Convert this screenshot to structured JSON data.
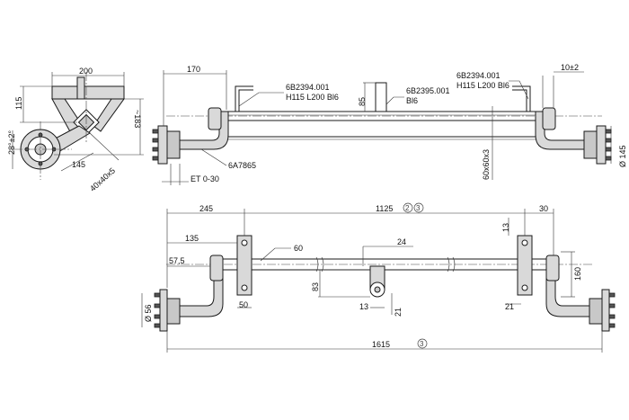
{
  "dims": {
    "d200": "200",
    "d115": "115",
    "d183": "~183",
    "d28": "28°±2°",
    "d145a": "145",
    "d40": "40x40x5",
    "d170": "170",
    "d10": "10±2",
    "d85": "85",
    "d60x60": "60x60x3",
    "d145b": "Ø 145",
    "et": "ET 0-30",
    "d245": "245",
    "d1125": "1125",
    "d30": "30",
    "d13a": "13",
    "d135": "135",
    "d60": "60",
    "d24": "24",
    "d575": "57,5",
    "d160": "160",
    "d56": "Ø 56",
    "d50": "50",
    "d83": "83",
    "d13b": "13",
    "d21a": "21",
    "d21b": "21",
    "d1615": "1615"
  },
  "parts": {
    "p1_code": "6B2394.001",
    "p1_spec": "H115 L200 Bl6",
    "p2_code": "6B2395.001",
    "p2_spec": "Bl6",
    "p3_code": "6B2394.001",
    "p3_spec": "H115 L200 Bl6",
    "p4_code": "6A7865"
  },
  "notes": {
    "n2": "2",
    "n3": "3",
    "n3b": "3"
  }
}
